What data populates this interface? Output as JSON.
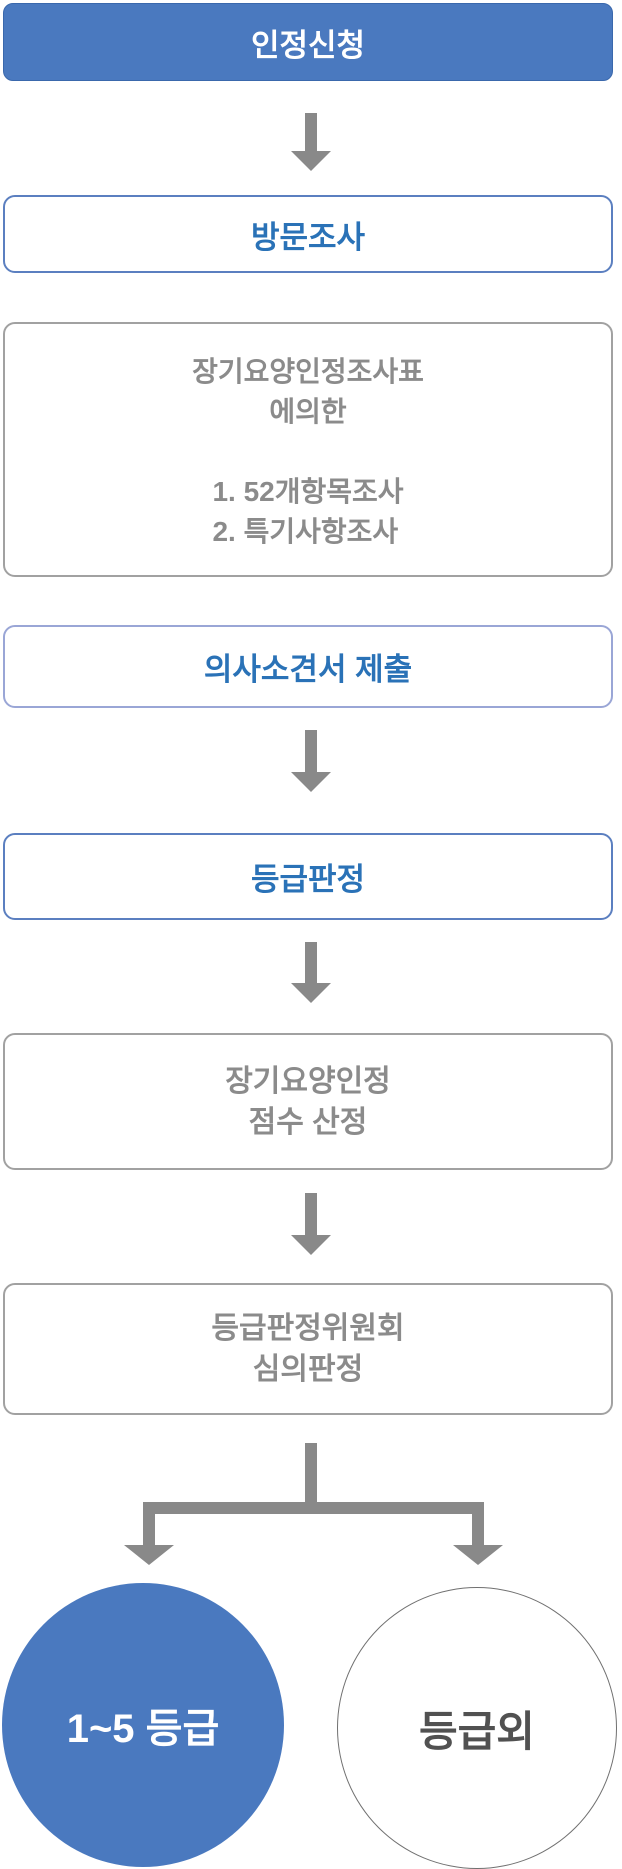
{
  "diagram": {
    "nodes": {
      "application": {
        "label": "인정신청"
      },
      "visit_survey": {
        "label": "방문조사"
      },
      "survey_detail": {
        "line1": "장기요양인정조사표",
        "line2": "에의한",
        "item1": "1. 52개항목조사",
        "item2": "2. 특기사항조사"
      },
      "doctor_opinion": {
        "label": "의사소견서 제출"
      },
      "grade_decision": {
        "label": "등급판정"
      },
      "score_calculation": {
        "line1": "장기요양인정",
        "line2": "점수 산정"
      },
      "committee_review": {
        "line1": "등급판정위원회",
        "line2": "심의판정"
      },
      "result_grade": {
        "label": "1~5 등급"
      },
      "result_no_grade": {
        "label": "등급외"
      }
    },
    "colors": {
      "primary_blue": "#4a79bf",
      "blue_text": "#2a72b7",
      "gray_text": "#8b8b8b",
      "arrow_gray": "#898989",
      "dark_gray_text": "#515151",
      "gray_border": "#a1a1a1",
      "blue_border": "#5b7fc0"
    }
  }
}
